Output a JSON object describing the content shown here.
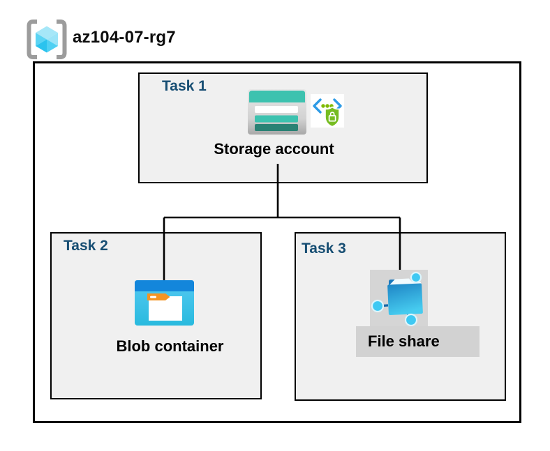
{
  "header": {
    "title": "az104-07-rg7",
    "icon": "resource-group-icon"
  },
  "tasks": [
    {
      "id": "task1",
      "label": "Task 1",
      "item_label": "Storage account",
      "icons": [
        "storage-account-icon",
        "sas-shield-lock-icon"
      ]
    },
    {
      "id": "task2",
      "label": "Task 2",
      "item_label": "Blob container",
      "icons": [
        "blob-container-icon"
      ]
    },
    {
      "id": "task3",
      "label": "Task 3",
      "item_label": "File share",
      "icons": [
        "file-share-icon"
      ]
    }
  ],
  "connections": [
    {
      "from": "Storage account",
      "to": "Blob container"
    },
    {
      "from": "Storage account",
      "to": "File share"
    }
  ],
  "colors": {
    "task_tag_navy": "#174E73",
    "task_box_fill": "#F0F0F0",
    "box_border": "#000000",
    "storage_teal": "#3DC2AF",
    "storage_teal_dark": "#2A8174",
    "blob_header_blue": "#1386DB",
    "blob_body_cyan": "#3CC3EA",
    "folder_tab_orange": "#F59422",
    "shield_green": "#76BC21",
    "code_bracket_blue": "#2E9BE6",
    "share_node_cyan": "#3FC9F3",
    "file_share_icon_bg": "#D5D5D5",
    "file_share_label_bg": "#D2D2D2",
    "rg_bracket_grey": "#9C9C9C",
    "cube_cyan_light": "#A6E7F8"
  }
}
